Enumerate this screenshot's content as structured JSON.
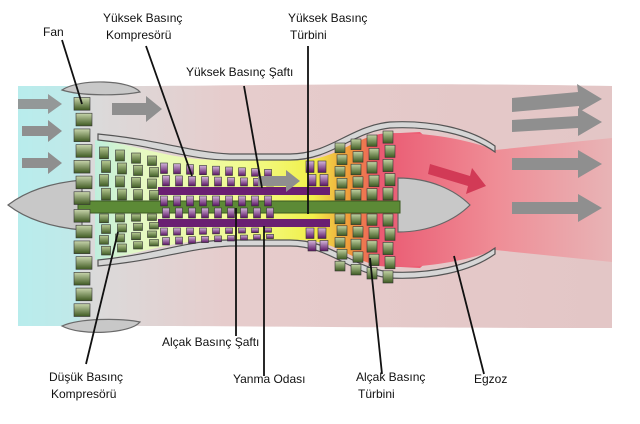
{
  "labels": {
    "fan": "Fan",
    "hp_compressor_1": "Yüksek Basınç",
    "hp_compressor_2": "Kompresörü",
    "hp_turbine_1": "Yüksek Basınç",
    "hp_turbine_2": "Türbini",
    "hp_shaft": "Yüksek Basınç Şaftı",
    "lp_shaft": "Alçak Basınç Şaftı",
    "lp_compressor_1": "Düşük Basınç",
    "lp_compressor_2": "Kompresörü",
    "combustion": "Yanma Odası",
    "lp_turbine_1": "Alçak Basınç",
    "lp_turbine_2": "Türbini",
    "exhaust": "Egzoz"
  },
  "colors": {
    "intake_air": "#b8ecec",
    "bypass_air": "#e3c9c9",
    "core_cool": "#e9f9c8",
    "core_hot": "#ee6677",
    "fan_blade": "#7f9a52",
    "lp_blade": "#668c3c",
    "hp_blade": "#7d2d86",
    "lp_shaft": "#5c8a36",
    "hp_shaft": "#6a1f72",
    "casing": "#c8c8c8",
    "arrow": "#8f8f8f"
  }
}
